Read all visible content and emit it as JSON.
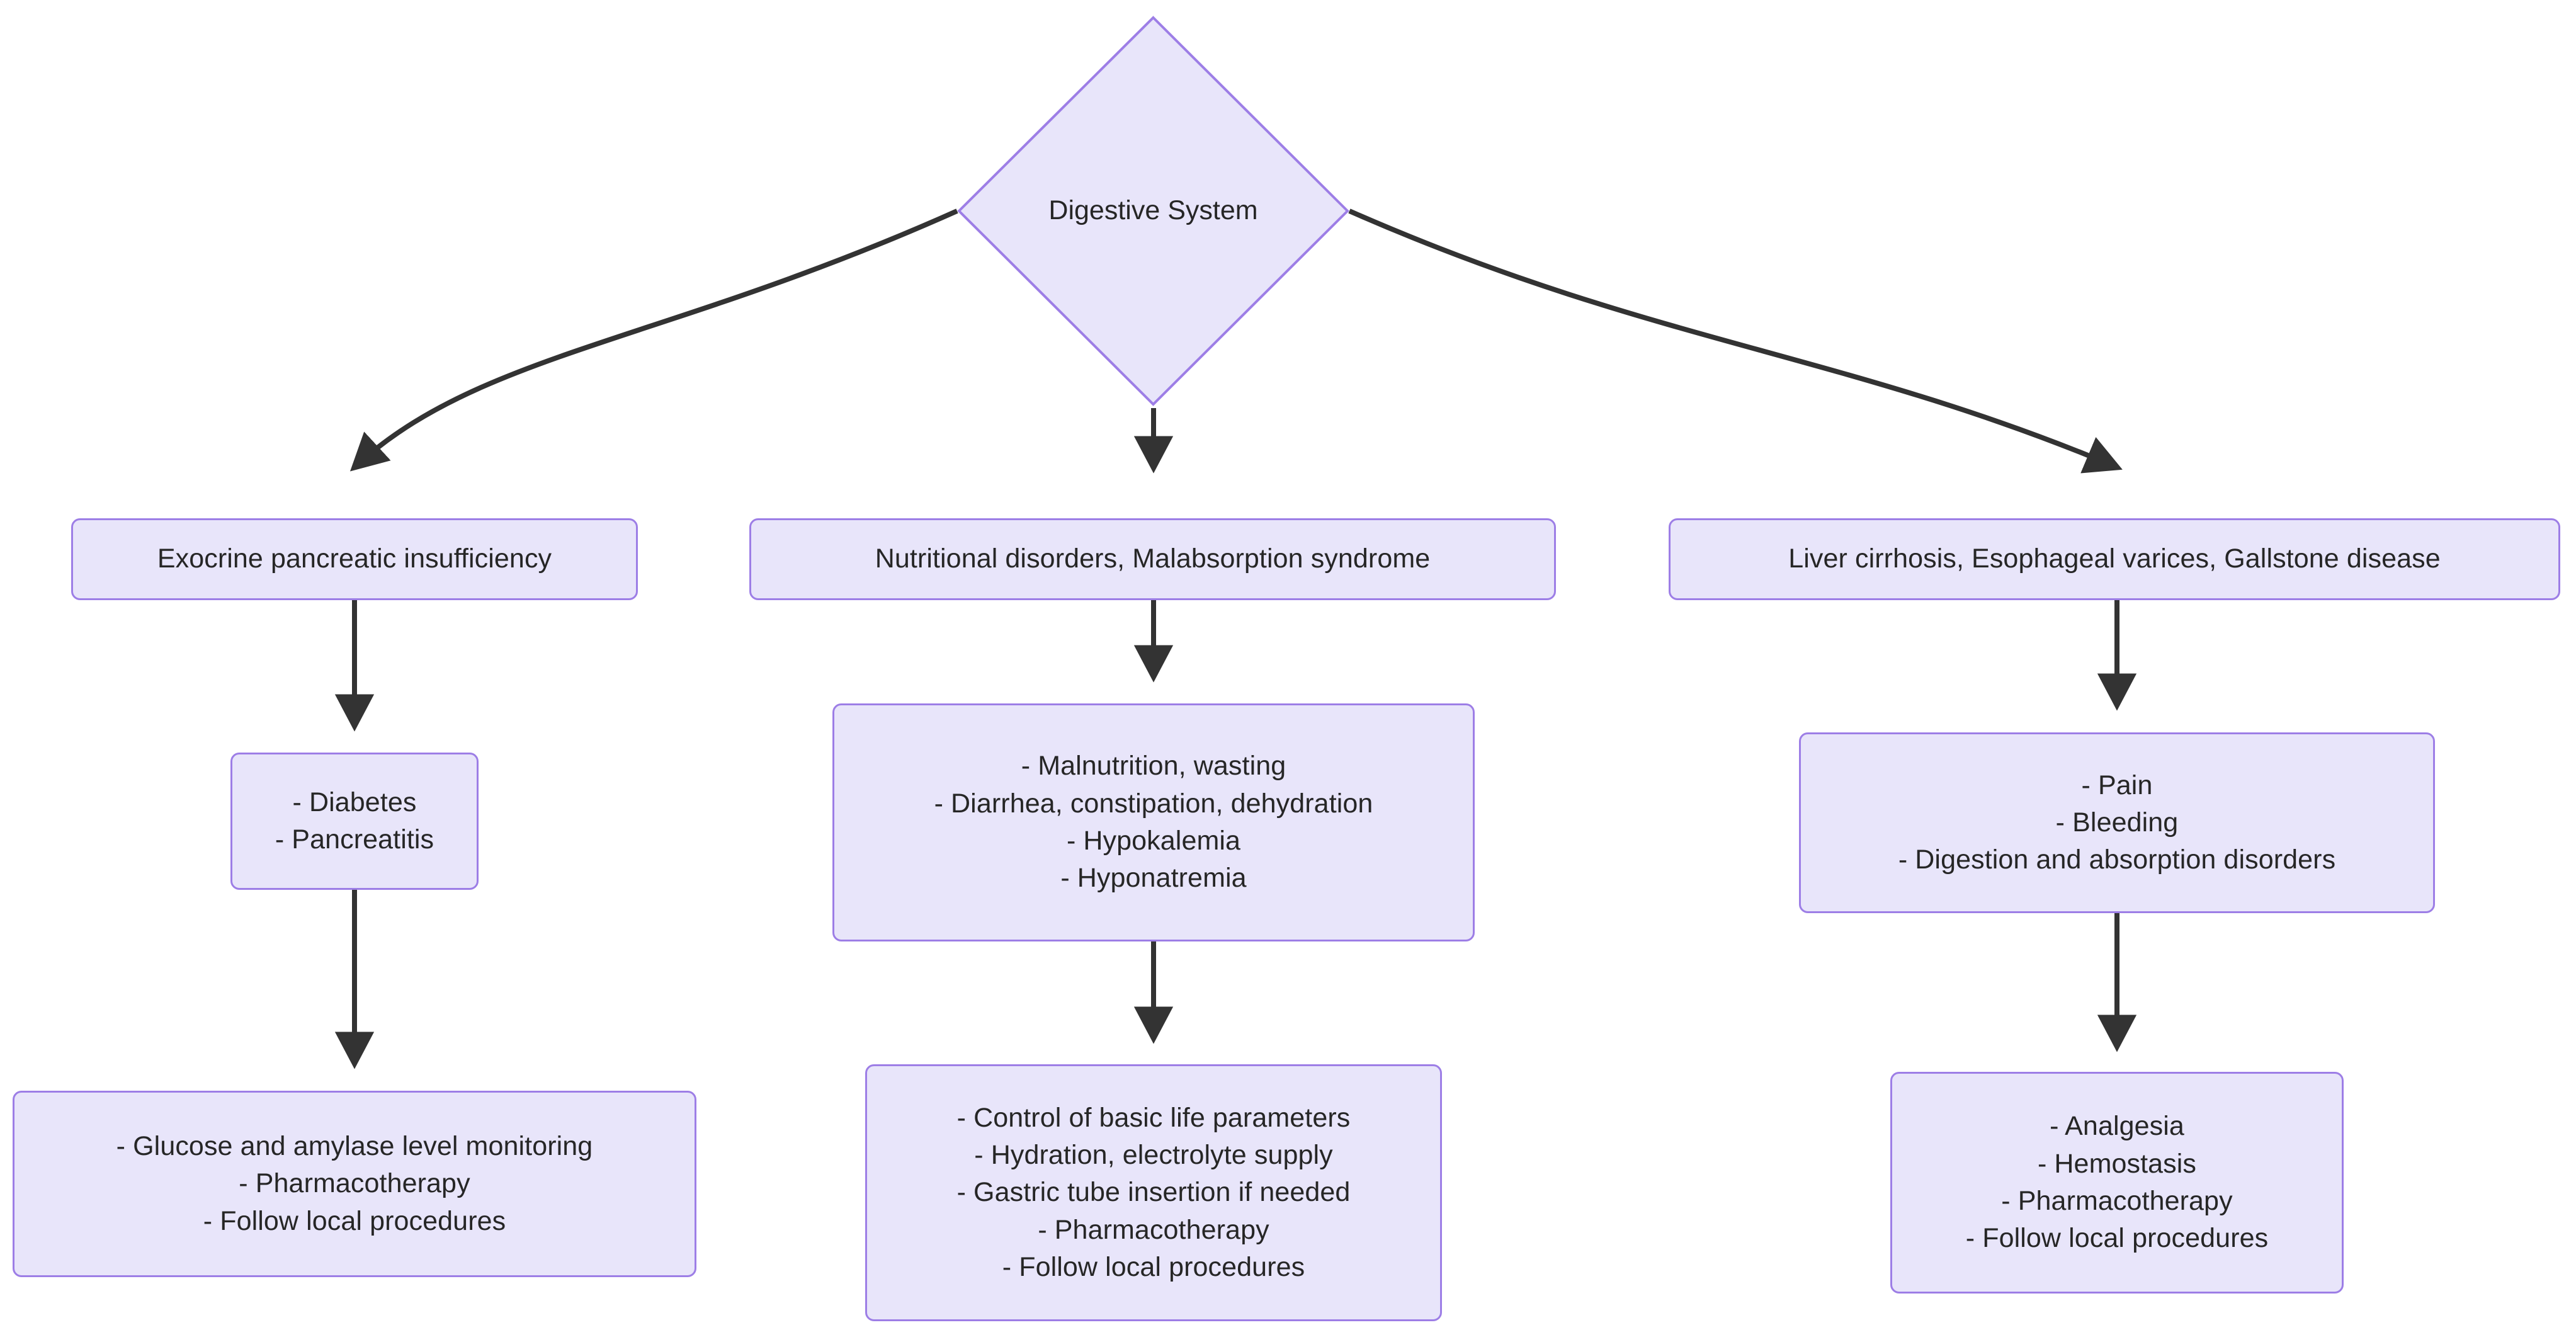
{
  "diagram": {
    "title": "Digestive System clinical pathway flowchart",
    "type": "flowchart",
    "orientation": "top-down",
    "colors": {
      "node_fill": "#e8e5fa",
      "node_border": "#9d7ee6",
      "edge_stroke": "#333333",
      "text": "#262626",
      "background": "#ffffff"
    },
    "root": {
      "id": "digestive-system",
      "shape": "diamond",
      "label": "Digestive System"
    },
    "columns": [
      {
        "id": "column-pancreatic",
        "condition": {
          "id": "exocrine-pancreatic-insufficiency",
          "shape": "rounded-rect",
          "label": "Exocrine pancreatic insufficiency"
        },
        "symptoms": {
          "id": "pancreatic-symptoms",
          "shape": "rounded-rect",
          "lines": [
            "- Diabetes",
            "- Pancreatitis"
          ]
        },
        "management": {
          "id": "pancreatic-management",
          "shape": "rounded-rect",
          "lines": [
            "- Glucose and amylase level monitoring",
            "- Pharmacotherapy",
            "- Follow local procedures"
          ]
        }
      },
      {
        "id": "column-nutritional",
        "condition": {
          "id": "nutritional-disorders",
          "shape": "rounded-rect",
          "label": "Nutritional disorders, Malabsorption syndrome"
        },
        "symptoms": {
          "id": "nutritional-symptoms",
          "shape": "rounded-rect",
          "lines": [
            "- Malnutrition, wasting",
            "- Diarrhea, constipation, dehydration",
            "- Hypokalemia",
            "- Hyponatremia"
          ]
        },
        "management": {
          "id": "nutritional-management",
          "shape": "rounded-rect",
          "lines": [
            "- Control of basic life parameters",
            "- Hydration, electrolyte supply",
            "- Gastric tube insertion if needed",
            "- Pharmacotherapy",
            "- Follow local procedures"
          ]
        }
      },
      {
        "id": "column-hepatobiliary",
        "condition": {
          "id": "liver-cirrhosis",
          "shape": "rounded-rect",
          "label": "Liver cirrhosis, Esophageal varices, Gallstone disease"
        },
        "symptoms": {
          "id": "hepatobiliary-symptoms",
          "shape": "rounded-rect",
          "lines": [
            "- Pain",
            "- Bleeding",
            "- Digestion and absorption disorders"
          ]
        },
        "management": {
          "id": "hepatobiliary-management",
          "shape": "rounded-rect",
          "lines": [
            "- Analgesia",
            "- Hemostasis",
            "- Pharmacotherapy",
            "- Follow local procedures"
          ]
        }
      }
    ],
    "edges": [
      {
        "from": "digestive-system",
        "to": "exocrine-pancreatic-insufficiency",
        "style": "curved",
        "arrow": true
      },
      {
        "from": "digestive-system",
        "to": "nutritional-disorders",
        "style": "straight",
        "arrow": true
      },
      {
        "from": "digestive-system",
        "to": "liver-cirrhosis",
        "style": "curved",
        "arrow": true
      },
      {
        "from": "exocrine-pancreatic-insufficiency",
        "to": "pancreatic-symptoms",
        "style": "straight",
        "arrow": true
      },
      {
        "from": "pancreatic-symptoms",
        "to": "pancreatic-management",
        "style": "straight",
        "arrow": true
      },
      {
        "from": "nutritional-disorders",
        "to": "nutritional-symptoms",
        "style": "straight",
        "arrow": true
      },
      {
        "from": "nutritional-symptoms",
        "to": "nutritional-management",
        "style": "straight",
        "arrow": true
      },
      {
        "from": "liver-cirrhosis",
        "to": "hepatobiliary-symptoms",
        "style": "straight",
        "arrow": true
      },
      {
        "from": "hepatobiliary-symptoms",
        "to": "hepatobiliary-management",
        "style": "straight",
        "arrow": true
      }
    ]
  },
  "text": {
    "root_label": "Digestive System",
    "col1_condition": "Exocrine pancreatic insufficiency",
    "col1_symptoms": "- Diabetes\n- Pancreatitis",
    "col1_management": "- Glucose and amylase level monitoring\n- Pharmacotherapy\n- Follow local procedures",
    "col2_condition": "Nutritional disorders, Malabsorption syndrome",
    "col2_symptoms": "- Malnutrition, wasting\n- Diarrhea, constipation, dehydration\n- Hypokalemia\n- Hyponatremia",
    "col2_management": "- Control of basic life parameters\n- Hydration, electrolyte supply\n- Gastric tube insertion if needed\n- Pharmacotherapy\n- Follow local procedures",
    "col3_condition": "Liver cirrhosis, Esophageal varices, Gallstone disease",
    "col3_symptoms": "- Pain\n- Bleeding\n- Digestion and absorption disorders",
    "col3_management": "- Analgesia\n- Hemostasis\n- Pharmacotherapy\n- Follow local procedures"
  }
}
